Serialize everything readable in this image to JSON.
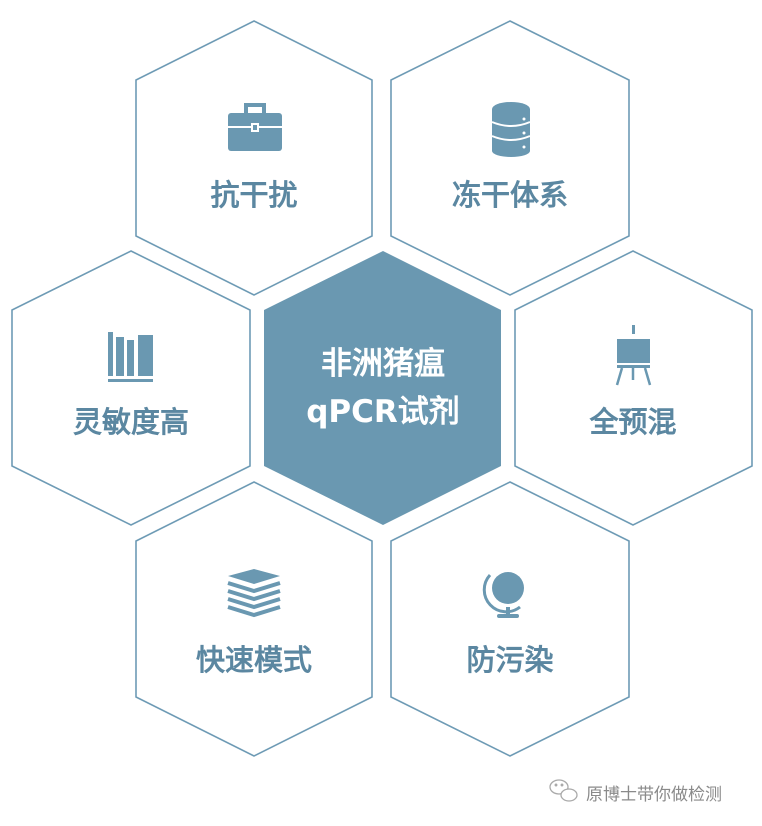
{
  "title": {
    "line1": "非洲猪瘟",
    "line2": "qPCR试剂"
  },
  "features": [
    {
      "label": "抗干扰",
      "icon": "briefcase-icon"
    },
    {
      "label": "冻干体系",
      "icon": "database-icon"
    },
    {
      "label": "灵敏度高",
      "icon": "books-icon"
    },
    {
      "label": "全预混",
      "icon": "easel-icon"
    },
    {
      "label": "快速模式",
      "icon": "book-stack-icon"
    },
    {
      "label": "防污染",
      "icon": "globe-icon"
    }
  ],
  "footer": {
    "text": "原博士带你做检测",
    "icon": "wechat-icon"
  },
  "colors": {
    "accent": "#6a98b1",
    "stroke": "#6e9bb5",
    "text": "#5b87a1"
  }
}
